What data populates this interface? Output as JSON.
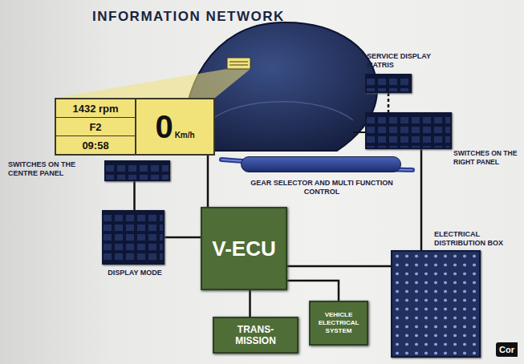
{
  "diagram": {
    "title": "INFORMATION NETWORK",
    "nodes": [
      {
        "text": [
          "1432 rpm",
          "F2",
          "09:58",
          "0",
          "Km/h"
        ]
      },
      {
        "text": [
          "SERVICE DISPLAY MATRIS"
        ]
      },
      {
        "text": [
          "SWITCHES ON THE CENTRE PANEL"
        ]
      },
      {
        "text": [
          "SWITCHES ON THE RIGHT PANEL"
        ]
      },
      {
        "text": [
          "GEAR SELECTOR AND MULTI FUNCTION CONTROL"
        ]
      },
      {
        "text": [
          "DISPLAY MODE"
        ]
      },
      {
        "text": [
          "V-ECU"
        ]
      },
      {
        "text": [
          "ELECTRICAL DISTRIBUTION BOX"
        ]
      },
      {
        "text": [
          "TRANS- MISSION"
        ]
      },
      {
        "text": [
          "VEHICLE ELECTRICAL SYSTEM"
        ]
      }
    ],
    "edges": [
      {
        "from": 0,
        "to": 6,
        "arrow": "none"
      },
      {
        "from": 2,
        "to": 5,
        "arrow": "none"
      },
      {
        "from": 5,
        "to": 6,
        "arrow": "none"
      },
      {
        "from": 1,
        "to": 3,
        "arrow": "none"
      },
      {
        "from": 3,
        "to": 7,
        "arrow": "none"
      },
      {
        "from": 6,
        "to": 8,
        "arrow": "none"
      },
      {
        "from": 6,
        "to": 9,
        "arrow": "none"
      },
      {
        "from": 6,
        "to": 7,
        "arrow": "none"
      }
    ],
    "labels": [
      "Cor"
    ]
  }
}
